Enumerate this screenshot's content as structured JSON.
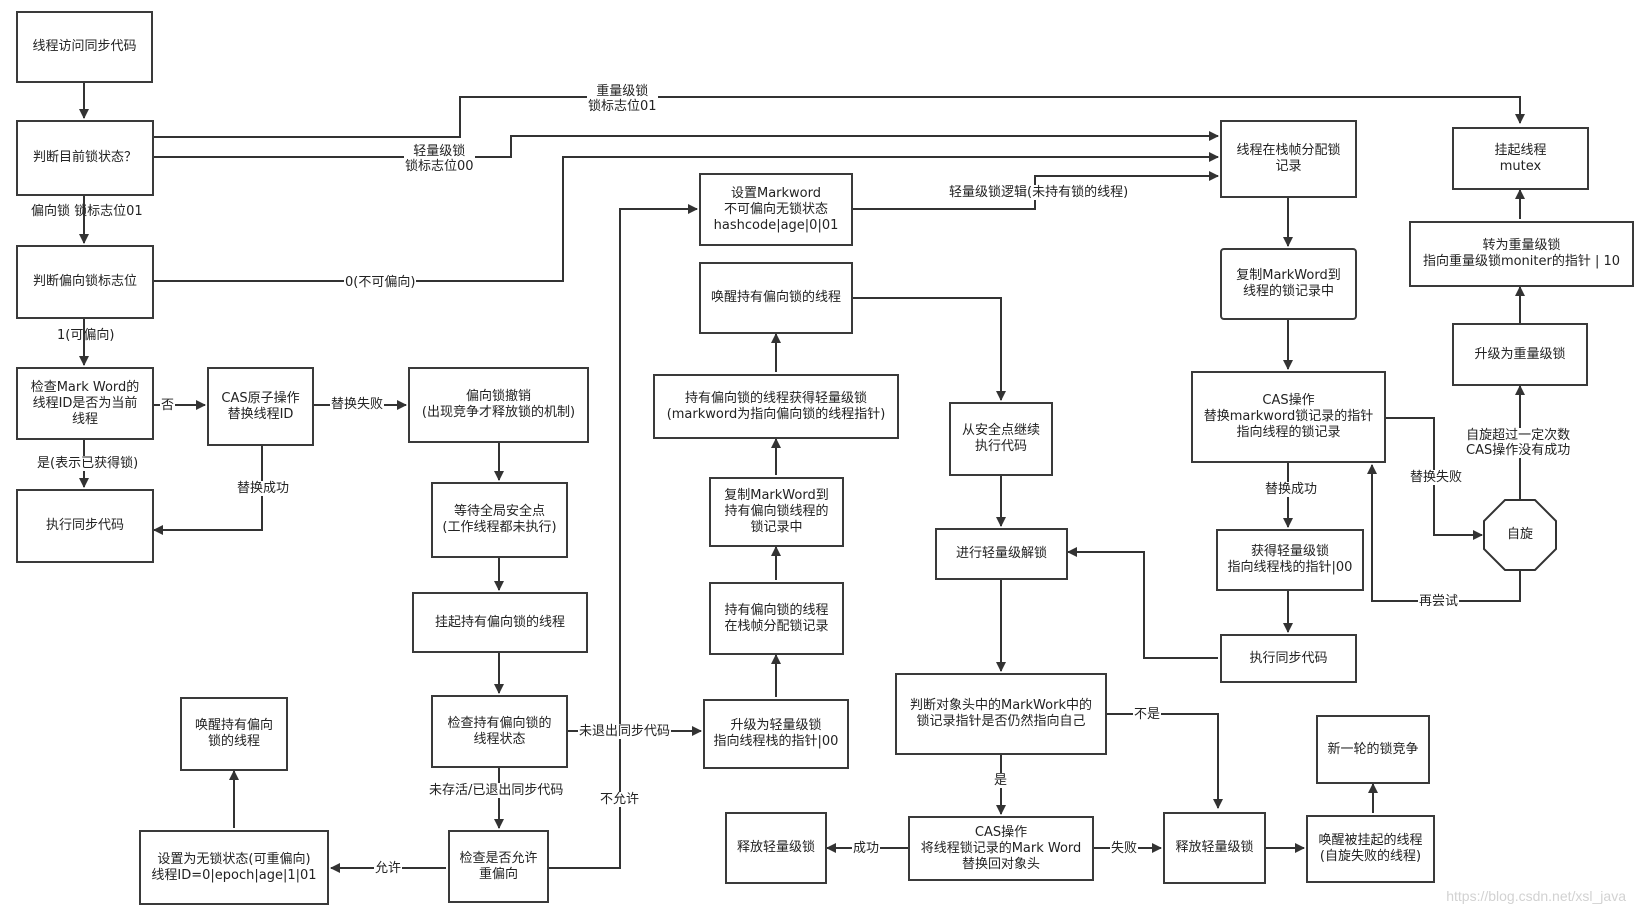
{
  "nodes": {
    "start": "线程访问同步代码",
    "judge_state": "判断目前锁状态？",
    "judge_bias_flag": "判断偏向锁标志位",
    "check_thread_id": "检查Mark Word的\n线程ID是否为当前\n线程",
    "exec_sync_1": "执行同步代码",
    "cas_thread_id": "CAS原子操作\n替换线程ID",
    "bias_revoke": "偏向锁撤销\n(出现竞争才释放锁的机制)",
    "wait_safepoint": "等待全局安全点\n(工作线程都未执行)",
    "suspend_bias_holder": "挂起持有偏向锁的线程",
    "check_holder_state": "检查持有偏向锁的\n线程状态",
    "check_rebias": "检查是否允许\n重偏向",
    "set_unlocked": "设置为无锁状态(可重偏向)\n线程ID=0|epoch|age|1|01",
    "wake_bias_holder_left": "唤醒持有偏向\n锁的线程",
    "set_markword": "设置Markword\n不可偏向无锁状态\nhashcode|age|0|01",
    "wake_bias_holder": "唤醒持有偏向锁的线程",
    "holder_gets_light": "持有偏向锁的线程获得轻量级锁\n(markword为指向偏向锁的线程指针)",
    "copy_mw_holder": "复制MarkWord到\n持有偏向锁线程的\n锁记录中",
    "holder_alloc_record": "持有偏向锁的线程\n在栈帧分配锁记录",
    "upgrade_light": "升级为轻量级锁\n指向线程栈的指针|00",
    "resume_safepoint": "从安全点继续\n执行代码",
    "light_unlock": "进行轻量级解锁",
    "judge_header": "判断对象头中的MarkWork中的\n锁记录指针是否仍然指向自己",
    "cas_replace_back": "CAS操作\n将线程锁记录的Mark Word\n替换回对象头",
    "release_light_left": "释放轻量级锁",
    "release_light_right": "释放轻量级锁",
    "wake_suspended": "唤醒被挂起的线程\n(自旋失败的线程)",
    "new_round": "新一轮的锁竞争",
    "alloc_record": "线程在栈帧分配锁\n记录",
    "copy_mw": "复制MarkWord到\n线程的锁记录中",
    "cas_markword": "CAS操作\n替换markword锁记录的指针\n指向线程的锁记录",
    "get_light": "获得轻量级锁\n指向线程栈的指针|00",
    "exec_sync_2": "执行同步代码",
    "spin": "自旋",
    "upgrade_heavy": "升级为重量级锁",
    "to_heavy": "转为重量级锁\n指向重量级锁moniter的指针 | 10",
    "suspend_thread": "挂起线程\nmutex"
  },
  "labels": {
    "heavy": "重量级锁\n锁标志位01",
    "light": "轻量级锁\n锁标志位00",
    "biased": "偏向锁 锁标志位01",
    "not_biasable": "0(不可偏向)",
    "biasable": "1(可偏向)",
    "no": "否",
    "yes_acquired": "是(表示已获得锁)",
    "replace_success_1": "替换成功",
    "replace_fail_1": "替换失败",
    "not_exited": "未退出同步代码",
    "dead_or_exited": "未存活/已退出同步代码",
    "allow": "允许",
    "not_allow": "不允许",
    "light_logic": "轻量级锁逻辑(未持有锁的线程)",
    "not": "不是",
    "yes": "是",
    "success": "成功",
    "fail": "失败",
    "replace_success_2": "替换成功",
    "replace_fail_2": "替换失败",
    "retry": "再尝试",
    "spin_over": "自旋超过一定次数\nCAS操作没有成功"
  },
  "watermark": "https://blog.csdn.net/xsl_java",
  "colors": {
    "line": "#333333",
    "border": "#3a3a3a"
  }
}
